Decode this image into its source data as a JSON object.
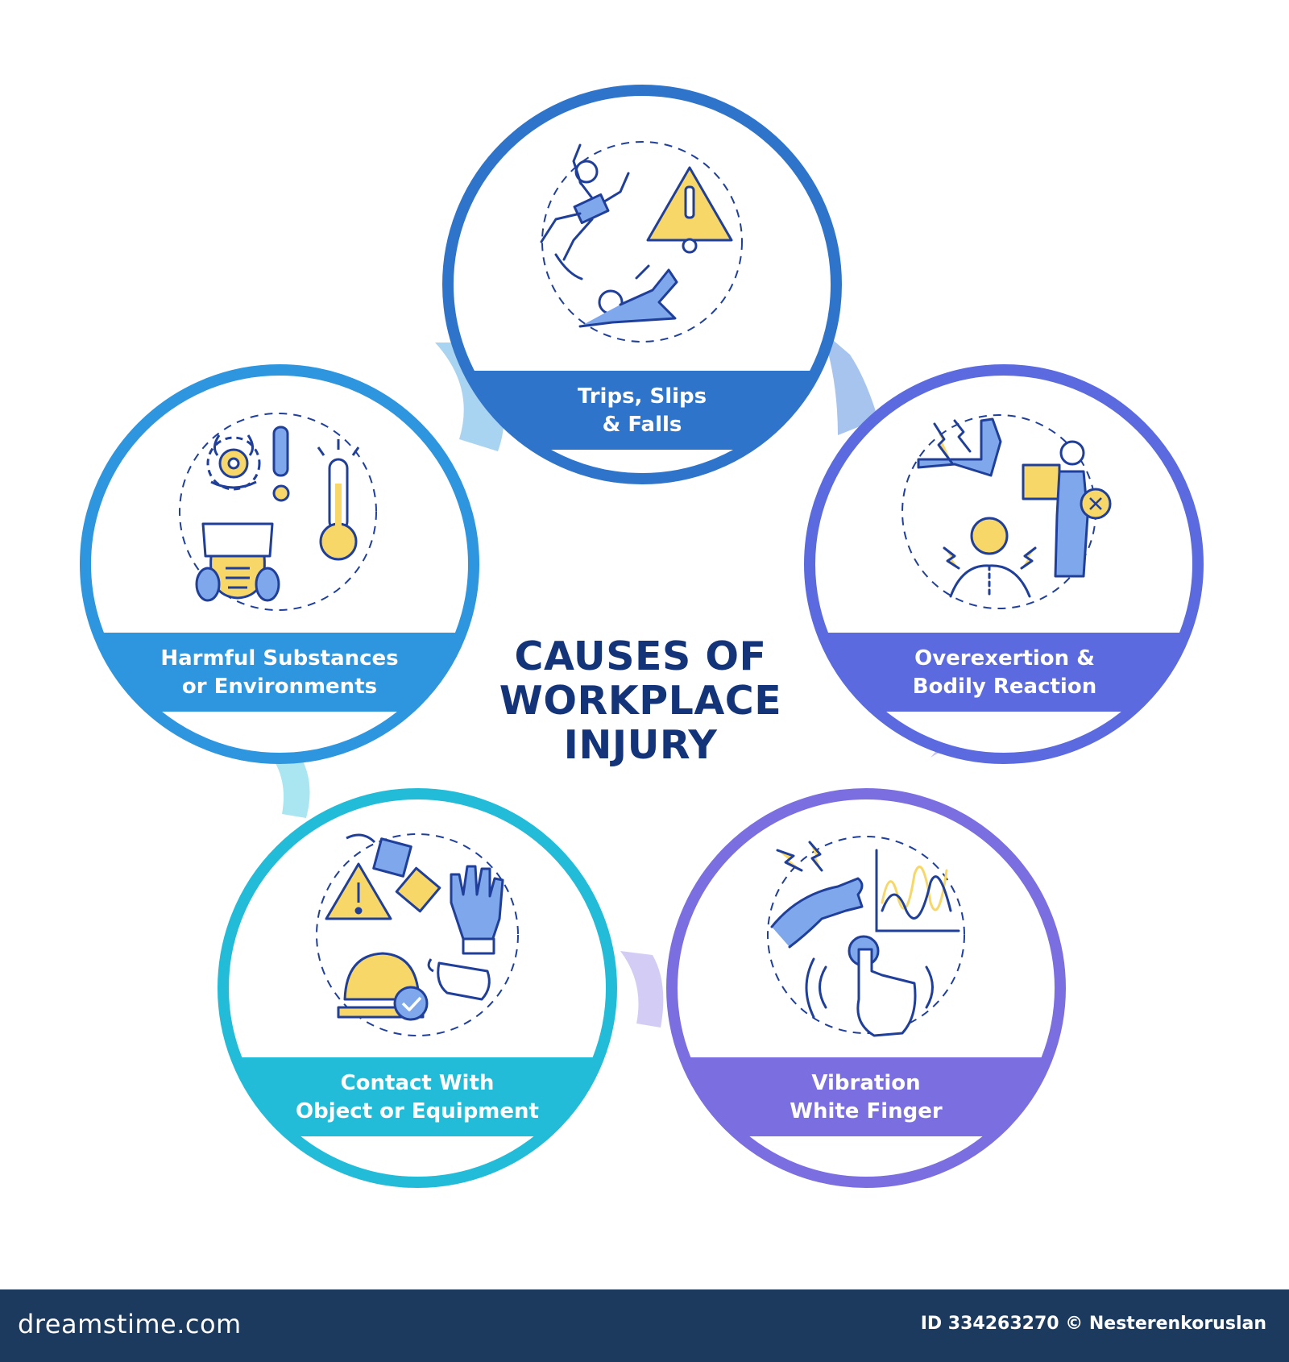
{
  "title_lines": [
    "CAUSES OF",
    "WORKPLACE",
    "INJURY"
  ],
  "colors": {
    "title": "#14347a",
    "trips": "#2e74cb",
    "overexertion": "#5b6ade",
    "vibration": "#7b6ee0",
    "contact": "#22bcd8",
    "harmful": "#2e95df",
    "icon_yellow": "#f7d768",
    "icon_blue": "#7fa8ec",
    "icon_stroke": "#1f3f9a",
    "footer": "#1b3a5e"
  },
  "segments": [
    {
      "id": "trips",
      "lines": [
        "Trips, Slips",
        "& Falls"
      ],
      "icons": [
        "falling-person-icon",
        "warning-triangle-icon",
        "slipping-person-icon"
      ]
    },
    {
      "id": "overexertion",
      "lines": [
        "Overexertion &",
        "Bodily Reaction"
      ],
      "icons": [
        "arm-pain-icon",
        "person-carrying-box-icon",
        "neck-pain-icon"
      ]
    },
    {
      "id": "vibration",
      "lines": [
        "Vibration",
        "White Finger"
      ],
      "icons": [
        "vibrating-hand-icon",
        "vibration-graph-icon",
        "finger-tap-icon"
      ]
    },
    {
      "id": "contact",
      "lines": [
        "Contact With",
        "Object or Equipment"
      ],
      "icons": [
        "falling-boxes-icon",
        "warning-triangle-icon",
        "glove-icon",
        "hard-hat-icon",
        "safety-goggles-icon"
      ]
    },
    {
      "id": "harmful",
      "lines": [
        "Harmful Substances",
        "or Environments"
      ],
      "icons": [
        "biohazard-icon",
        "exclamation-icon",
        "thermometer-icon",
        "gas-mask-icon"
      ]
    }
  ],
  "footer": {
    "brand": "dreamstime.com",
    "id_text": "ID 334263270 © Nesterenkoruslan"
  }
}
